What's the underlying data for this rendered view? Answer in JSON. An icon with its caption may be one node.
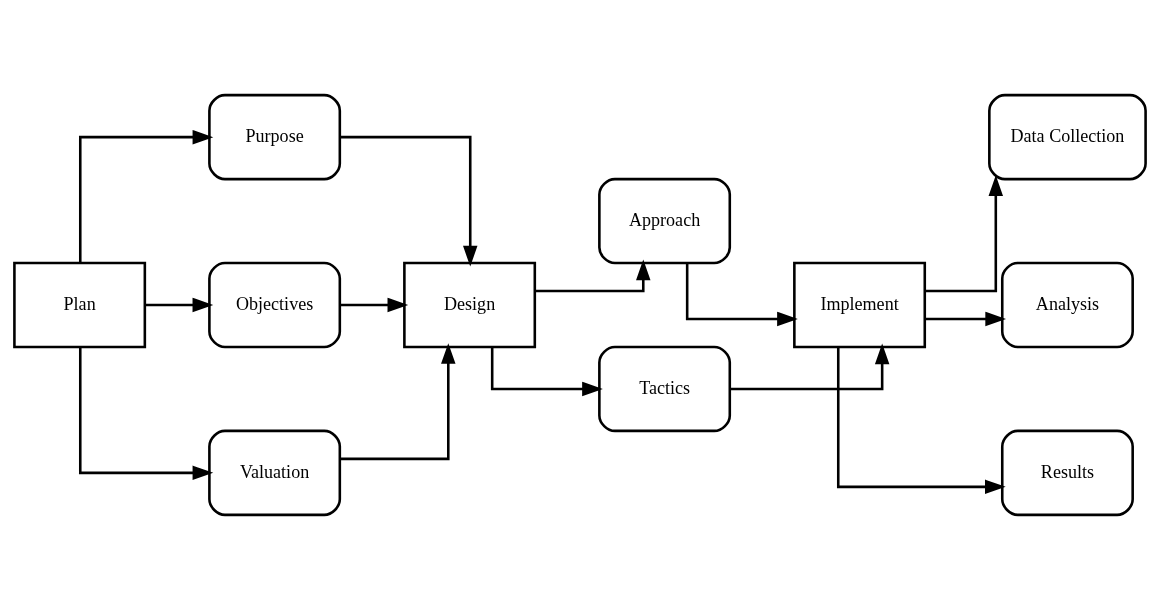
{
  "diagram": {
    "nodes": [
      {
        "text": [
          "Plan"
        ]
      },
      {
        "text": [
          "Purpose"
        ]
      },
      {
        "text": [
          "Objectives"
        ]
      },
      {
        "text": [
          "Valuation"
        ]
      },
      {
        "text": [
          "Design"
        ]
      },
      {
        "text": [
          "Approach"
        ]
      },
      {
        "text": [
          "Tactics"
        ]
      },
      {
        "text": [
          "Implement"
        ]
      },
      {
        "text": [
          "Data Collection"
        ]
      },
      {
        "text": [
          "Analysis"
        ]
      },
      {
        "text": [
          "Results"
        ]
      }
    ],
    "edges": [
      {
        "from": 0,
        "to": 1,
        "arrow": "to"
      },
      {
        "from": 0,
        "to": 2,
        "arrow": "to"
      },
      {
        "from": 0,
        "to": 3,
        "arrow": "to"
      },
      {
        "from": 1,
        "to": 4,
        "arrow": "to"
      },
      {
        "from": 2,
        "to": 4,
        "arrow": "to"
      },
      {
        "from": 3,
        "to": 4,
        "arrow": "to"
      },
      {
        "from": 4,
        "to": 5,
        "arrow": "to"
      },
      {
        "from": 4,
        "to": 6,
        "arrow": "to"
      },
      {
        "from": 5,
        "to": 7,
        "arrow": "to"
      },
      {
        "from": 6,
        "to": 7,
        "arrow": "to"
      },
      {
        "from": 7,
        "to": 8,
        "arrow": "to"
      },
      {
        "from": 7,
        "to": 9,
        "arrow": "to"
      },
      {
        "from": 7,
        "to": 10,
        "arrow": "to"
      }
    ]
  }
}
